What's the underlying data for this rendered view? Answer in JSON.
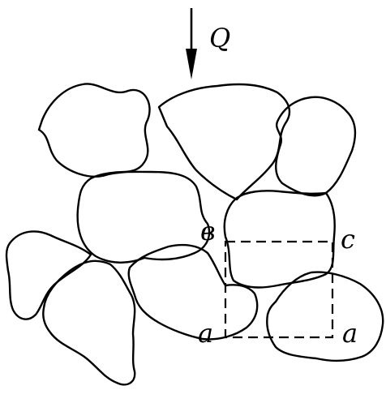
{
  "labels": {
    "load": "Q",
    "top_left": "в",
    "top_right": "c",
    "bottom_left": "a",
    "bottom_right": "a"
  },
  "colors": {
    "ink": "#000000",
    "paper": "#ffffff"
  }
}
